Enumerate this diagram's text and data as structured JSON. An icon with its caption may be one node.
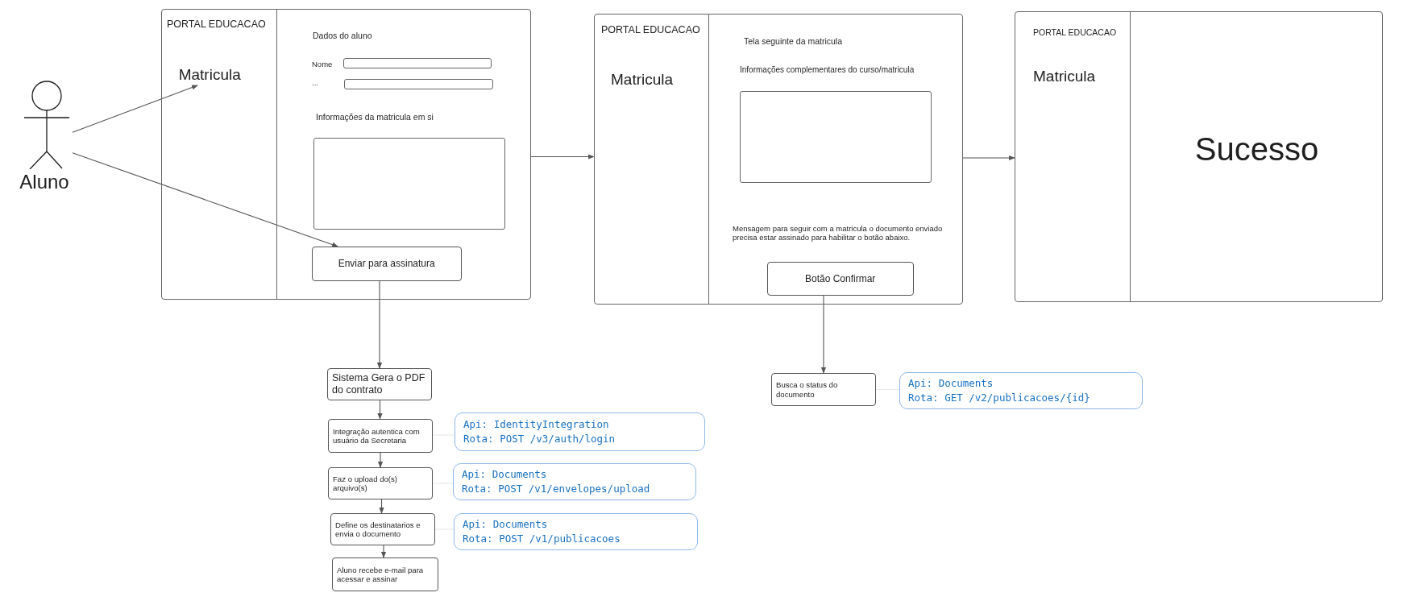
{
  "diagram": {
    "nodes": [
      {
        "text": [
          "Aluno"
        ]
      },
      {
        "text": [
          "PORTAL EDUCACAO",
          "Dados do aluno",
          "Nome",
          "...",
          "Informações da matricula em si"
        ]
      },
      {
        "text": [
          "Matricula"
        ],
        "in": 1
      },
      {
        "text": [
          "Enviar para assinatura"
        ],
        "in": 1
      },
      {
        "text": [
          "PORTAL EDUCACAO",
          "Matricula",
          "Tela seguinte da matricula",
          "Informações complementares do curso/matricula",
          "Mensagem para seguir com a matricula o documento enviado precisa estar assinado para habilitar o botão abaixo."
        ]
      },
      {
        "text": [
          "Botão Confirmar"
        ],
        "in": 4
      },
      {
        "text": [
          "PORTAL EDUCACAO",
          "Matricula",
          "Sucesso"
        ]
      },
      {
        "text": [
          "Sistema Gera o PDF do contrato"
        ]
      },
      {
        "text": [
          "Integração autentica com usuário da Secretaria"
        ]
      },
      {
        "text": [
          "Api: IdentityIntegration",
          "Rota: POST /v3/auth/login"
        ]
      },
      {
        "text": [
          "Faz o upload do(s) arquivo(s)"
        ]
      },
      {
        "text": [
          "Api: Documents",
          "Rota: POST /v1/envelopes/upload"
        ]
      },
      {
        "text": [
          "Define os destinatarios e envia o documento"
        ]
      },
      {
        "text": [
          "Api: Documents",
          "Rota: POST /v1/publicacoes"
        ]
      },
      {
        "text": [
          "Aluno recebe e-mail para acessar e assinar"
        ]
      },
      {
        "text": [
          "Busca o status do documento"
        ]
      },
      {
        "text": [
          "Api: Documents",
          "Rota: GET /v2/publicacoes/{id}"
        ]
      }
    ],
    "edges": [
      {
        "from": 0,
        "to": 2,
        "arrow": "to"
      },
      {
        "from": 0,
        "to": 3,
        "arrow": "to"
      },
      {
        "from": 1,
        "to": 4,
        "arrow": "to"
      },
      {
        "from": 4,
        "to": 6,
        "arrow": "to"
      },
      {
        "from": 3,
        "to": 7,
        "arrow": "to"
      },
      {
        "from": 7,
        "to": 8,
        "arrow": "to"
      },
      {
        "from": 8,
        "to": 10,
        "arrow": "to"
      },
      {
        "from": 10,
        "to": 12,
        "arrow": "to"
      },
      {
        "from": 12,
        "to": 14,
        "arrow": "to"
      },
      {
        "from": 8,
        "to": 9,
        "arrow": "none",
        "color": "#e3e7ec"
      },
      {
        "from": 10,
        "to": 11,
        "arrow": "none",
        "color": "#e3e7ec"
      },
      {
        "from": 12,
        "to": 13,
        "arrow": "none",
        "color": "#e3e7ec"
      },
      {
        "from": 5,
        "to": 15,
        "arrow": "to"
      },
      {
        "from": 15,
        "to": 16,
        "arrow": "none",
        "color": "#e3e7ec"
      }
    ]
  }
}
